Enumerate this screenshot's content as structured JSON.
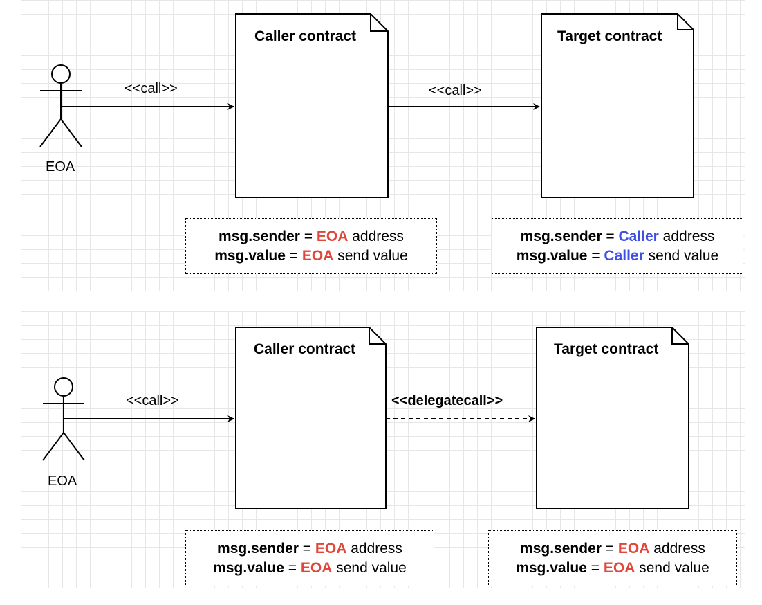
{
  "colors": {
    "eoa": "#e0473a",
    "caller": "#3d4fe6",
    "text": "#000000"
  },
  "top": {
    "actor_label": "EOA",
    "call1_label": "<<call>>",
    "caller_title": "Caller contract",
    "call2_label": "<<call>>",
    "target_title": "Target contract",
    "caller_note": {
      "line1_key": "msg.sender",
      "line1_eq": " = ",
      "line1_actor": "EOA",
      "line1_rest": " address",
      "line2_key": "msg.value",
      "line2_eq": " = ",
      "line2_actor": "EOA",
      "line2_rest": " send value"
    },
    "target_note": {
      "line1_key": "msg.sender",
      "line1_eq": " = ",
      "line1_actor": "Caller",
      "line1_rest": " address",
      "line2_key": "msg.value",
      "line2_eq": " = ",
      "line2_actor": "Caller",
      "line2_rest": " send value"
    }
  },
  "bottom": {
    "actor_label": "EOA",
    "call1_label": "<<call>>",
    "caller_title": "Caller contract",
    "call2_label": "<<delegatecall>>",
    "target_title": "Target contract",
    "caller_note": {
      "line1_key": "msg.sender",
      "line1_eq": " = ",
      "line1_actor": "EOA",
      "line1_rest": " address",
      "line2_key": "msg.value",
      "line2_eq": " = ",
      "line2_actor": "EOA",
      "line2_rest": " send value"
    },
    "target_note": {
      "line1_key": "msg.sender",
      "line1_eq": " = ",
      "line1_actor": "EOA",
      "line1_rest": " address",
      "line2_key": "msg.value",
      "line2_eq": " = ",
      "line2_actor": "EOA",
      "line2_rest": " send value"
    }
  }
}
